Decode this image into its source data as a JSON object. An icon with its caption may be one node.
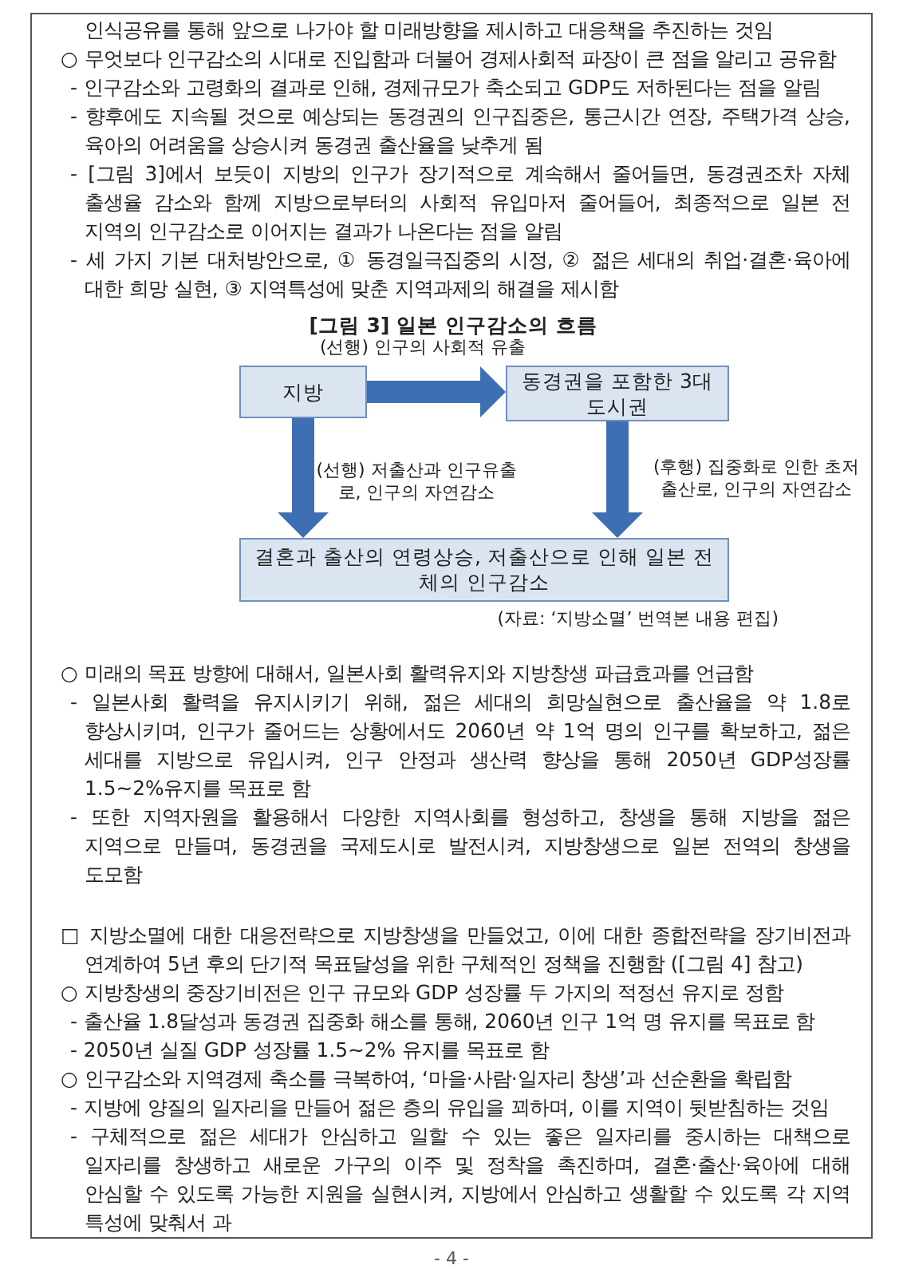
{
  "diagram": {
    "title": "[그림 3] 일본 인구감소의 흐름",
    "caption": "(자료: ‘지방소멸’ 번역본 내용 편집)",
    "nodes": [
      {
        "text": [
          "지방"
        ]
      },
      {
        "text": [
          "동경권을 포함한 3대도시권"
        ]
      },
      {
        "text": [
          "결혼과 출산의 연령상승, 저출산으로 인해 일본 전체의 인구감소"
        ]
      }
    ],
    "edges": [
      {
        "from": 0,
        "to": 1,
        "arrow": "to",
        "label": "(선행) 인구의 사회적 유출"
      },
      {
        "from": 0,
        "to": 2,
        "arrow": "to",
        "label": "(선행) 저출산과 인구유출로, 인구의 자연감소"
      },
      {
        "from": 1,
        "to": 2,
        "arrow": "to",
        "label": "(후행) 집중화로 인한 초저출산로, 인구의 자연감소"
      }
    ],
    "labels": [
      "인식공유를 통해 앞으로 나가야 할 미래방향을 제시하고 대응책을 추진하는 것임",
      "○ 무엇보다 인구감소의 시대로 진입함과 더불어 경제사회적 파장이 큰 점을 알리고 공유함",
      "- 인구감소와 고령화의 결과로 인해, 경제규모가 축소되고 GDP도 저하된다는 점을 알림",
      "- 향후에도 지속될 것으로 예상되는 동경권의 인구집중은, 통근시간 연장, 주택가격 상승, 육아의 어려움을 상승시켜 동경권 출산율을 낮추게 됨",
      "- [그림 3]에서 보듯이 지방의 인구가 장기적으로 계속해서 줄어들면, 동경권조차 자체 출생율 감소와 함께 지방으로부터의 사회적 유입마저 줄어들어, 최종적으로 일본 전 지역의 인구감소로 이어지는 결과가 나온다는 점을 알림",
      "- 세 가지 기본 대처방안으로, ① 동경일극집중의 시정, ② 젊은 세대의 취업·결혼·육아에 대한 희망 실현, ③ 지역특성에 맞춘 지역과제의 해결을 제시함",
      "○ 미래의 목표 방향에 대해서, 일본사회 활력유지와 지방창생 파급효과를 언급함",
      "- 일본사회 활력을 유지시키기 위해, 젊은 세대의 희망실현으로 출산율을 약 1.8로 향상시키며, 인구가 줄어드는 상황에서도 2060년 약 1억 명의 인구를 확보하고, 젊은 세대를 지방으로 유입시켜, 인구 안정과 생산력 향상을 통해 2050년 GDP성장률 1.5~2%유지를 목표로 함",
      "- 또한 지역자원을 활용해서 다양한 지역사회를 형성하고, 창생을 통해 지방을 젊은 지역으로 만들며, 동경권을 국제도시로 발전시켜, 지방창생으로 일본 전역의 창생을 도모함",
      "□ 지방소멸에 대한 대응전략으로 지방창생을 만들었고, 이에 대한 종합전략을 장기비전과 연계하여 5년 후의 단기적 목표달성을 위한 구체적인 정책을 진행함 ([그림 4] 참고)",
      "○ 지방창생의 중장기비전은 인구 규모와 GDP 성장률 두 가지의 적정선 유지로 정함",
      "- 출산율 1.8달성과 동경권 집중화 해소를 통해, 2060년 인구 1억 명 유지를 목표로 함",
      "- 2050년 실질 GDP 성장률 1.5~2% 유지를 목표로 함",
      "○ 인구감소와 지역경제 축소를 극복하여, ‘마을·사람·일자리 창생’과 선순환을 확립함",
      "- 지방에 양질의 일자리을 만들어 젊은 층의 유입을 꾀하며, 이를 지역이 뒷받침하는 것임",
      "- 구체적으로 젊은 세대가 안심하고 일할 수 있는 좋은 일자리를 중시하는 대책으로 일자리를 창생하고 새로운 가구의 이주 및 정착을 촉진하며, 결혼·출산·육아에 대해 안심할 수 있도록 가능한 지원을 실현시켜, 지방에서 안심하고 생활할 수 있도록 각 지역 특성에 맞춰서 과",
      "- 4 -"
    ]
  }
}
